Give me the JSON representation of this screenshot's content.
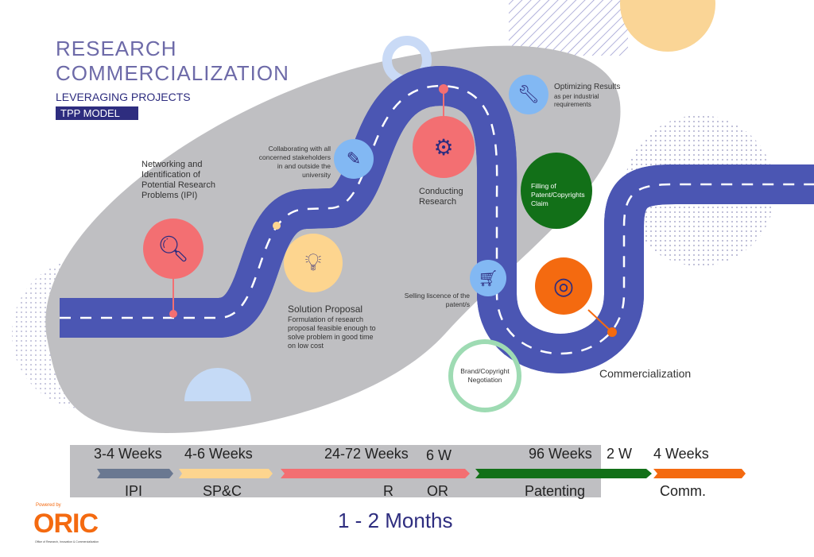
{
  "header": {
    "title_line1": "RESEARCH",
    "title_line2": "COMMERCIALIZATION",
    "subtitle": "LEVERAGING PROJECTS",
    "badge": "TPP MODEL"
  },
  "steps": {
    "ipi": "Networking and Identification of Potential Research Problems (IPI)",
    "solution_title": "Solution Proposal",
    "solution_desc": "Formulation of research proposal feasible enough to solve problem in good time on low cost",
    "collab": "Collaborating with all concerned stakeholders in and outside the university",
    "research": "Conducting Research",
    "optimizing_title": "Optimizing Results",
    "optimizing_desc": "as per industrial requirements",
    "patent": "Filling of Patent/Copyrights Claim",
    "selling": "Selling liscence of the patent/s",
    "brand": "Brand/Copyright Negotiation",
    "commercialization": "Commercialization"
  },
  "timeline": {
    "durations": [
      "3-4 Weeks",
      "4-6 Weeks",
      "24-72 Weeks",
      "6 W",
      "96 Weeks",
      "2 W",
      "4 Weeks"
    ],
    "phases": [
      "IPI",
      "SP&C",
      "R",
      "OR",
      "Patenting",
      "Comm."
    ],
    "total": "1 - 2 Months"
  },
  "footer": {
    "powered": "Powered by",
    "logo": "ORIC",
    "logo_sub": "Office of Research, Innovation & Commercialization"
  },
  "colors": {
    "road": "#2e2d7f",
    "road_edge": "#4b56b3",
    "blob": "#bfbfc2",
    "red": "#f36f72",
    "yellow": "#fdd58f",
    "blue": "#82b8f3",
    "green": "#127018",
    "orange": "#f46a10",
    "slate": "#6a7891"
  }
}
